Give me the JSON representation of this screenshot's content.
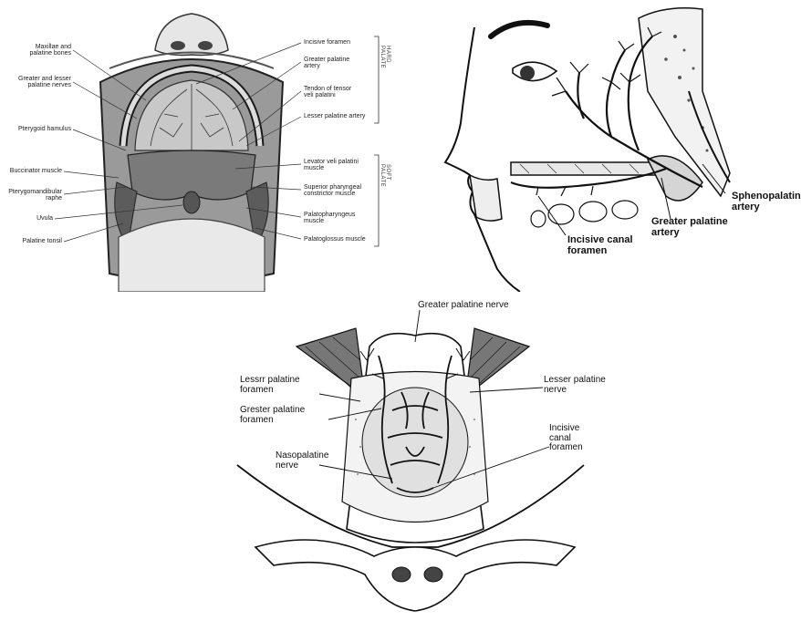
{
  "panel_a": {
    "left_labels": [
      "Maxillae and\npalatine bones",
      "Greater and lesser\npalatine nerves",
      "Pterygoid hamulus",
      "Buccinator muscle",
      "Pterygomandibular\nraphe",
      "Uvula",
      "Palatine tonsil"
    ],
    "right_labels": [
      "Incisive foramen",
      "Greater palatine\nartery",
      "Tendon of tensor\nveli palatini",
      "Lesser palatine artery",
      "Levator veli palatini\nmuscle",
      "Superior pharyngeal\nconstrictor muscle",
      "Palatopharyngeus\nmuscle",
      "Palatoglossus muscle"
    ],
    "bracket_hard": "HARD PALATE",
    "bracket_soft": "SOFT PALATE"
  },
  "panel_b": {
    "labels": {
      "sphenopalatine": "Sphenopalatine\nartery",
      "greater_palatine": "Greater palatine\nartery",
      "incisive_canal": "Incisive canal\nforamen"
    }
  },
  "panel_c": {
    "labels": {
      "greater_palatine_nerve": "Greater palatine nerve",
      "lesser_palatine_foramen": "Lessrr palatine\nforamen",
      "greater_palatine_foramen": "Grester palatine\nforamen",
      "nasopalatine_nerve": "Nasopalatine\nnerve",
      "lesser_palatine_nerve": "Lesser palatine\nnerve",
      "incisive_canal_foramen": "Incisive\ncanal\nforamen"
    }
  }
}
